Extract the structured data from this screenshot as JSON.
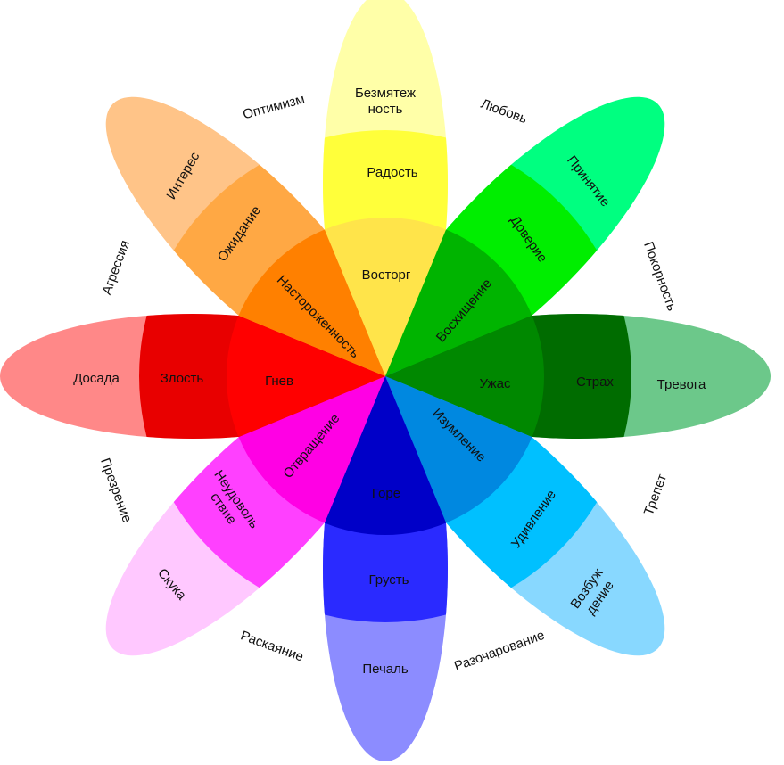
{
  "petals": [
    {
      "id": "joy",
      "outer": {
        "label": [
          "Безмятеж",
          "ность"
        ],
        "color": "#FFFFA8"
      },
      "middle": {
        "label": [
          "Радость"
        ],
        "color": "#FFFF3A"
      },
      "inner": {
        "label": [
          "Восторг"
        ],
        "color": "#FFE44A"
      }
    },
    {
      "id": "trust",
      "outer": {
        "label": [
          "Принятие"
        ],
        "color": "#00FF80"
      },
      "middle": {
        "label": [
          "Доверие"
        ],
        "color": "#00EE00"
      },
      "inner": {
        "label": [
          "Восхищение"
        ],
        "color": "#00B400"
      }
    },
    {
      "id": "fear",
      "outer": {
        "label": [
          "Тревога"
        ],
        "color": "#6CC88A"
      },
      "middle": {
        "label": [
          "Страх"
        ],
        "color": "#006C00"
      },
      "inner": {
        "label": [
          "Ужас"
        ],
        "color": "#008800"
      }
    },
    {
      "id": "surprise",
      "outer": {
        "label": [
          "Возбуж",
          "дение"
        ],
        "color": "#88D8FF"
      },
      "middle": {
        "label": [
          "Удивление"
        ],
        "color": "#00C0FF"
      },
      "inner": {
        "label": [
          "Изумление"
        ],
        "color": "#0088E0"
      }
    },
    {
      "id": "sadness",
      "outer": {
        "label": [
          "Печаль"
        ],
        "color": "#8C8CFF"
      },
      "middle": {
        "label": [
          "Грусть"
        ],
        "color": "#2A2AFF"
      },
      "inner": {
        "label": [
          "Горе"
        ],
        "color": "#0000C8"
      }
    },
    {
      "id": "disgust",
      "outer": {
        "label": [
          "Скука"
        ],
        "color": "#FFC8FF"
      },
      "middle": {
        "label": [
          "Неудоволь",
          "ствие"
        ],
        "color": "#FF40FF"
      },
      "inner": {
        "label": [
          "Отвращение"
        ],
        "color": "#FF00E4"
      }
    },
    {
      "id": "anger",
      "outer": {
        "label": [
          "Досада"
        ],
        "color": "#FF8888"
      },
      "middle": {
        "label": [
          "Злость"
        ],
        "color": "#E80000"
      },
      "inner": {
        "label": [
          "Гнев"
        ],
        "color": "#FF0000"
      }
    },
    {
      "id": "anticipation",
      "outer": {
        "label": [
          "Интерес"
        ],
        "color": "#FFC488"
      },
      "middle": {
        "label": [
          "Ожидание"
        ],
        "color": "#FFA844"
      },
      "inner": {
        "label": [
          "Настороженность"
        ],
        "color": "#FF8000"
      }
    }
  ],
  "dyads": [
    "Любовь",
    "Покорность",
    "Трепет",
    "Разочарование",
    "Раскаяние",
    "Презрение",
    "Агрессия",
    "Оптимизм"
  ]
}
